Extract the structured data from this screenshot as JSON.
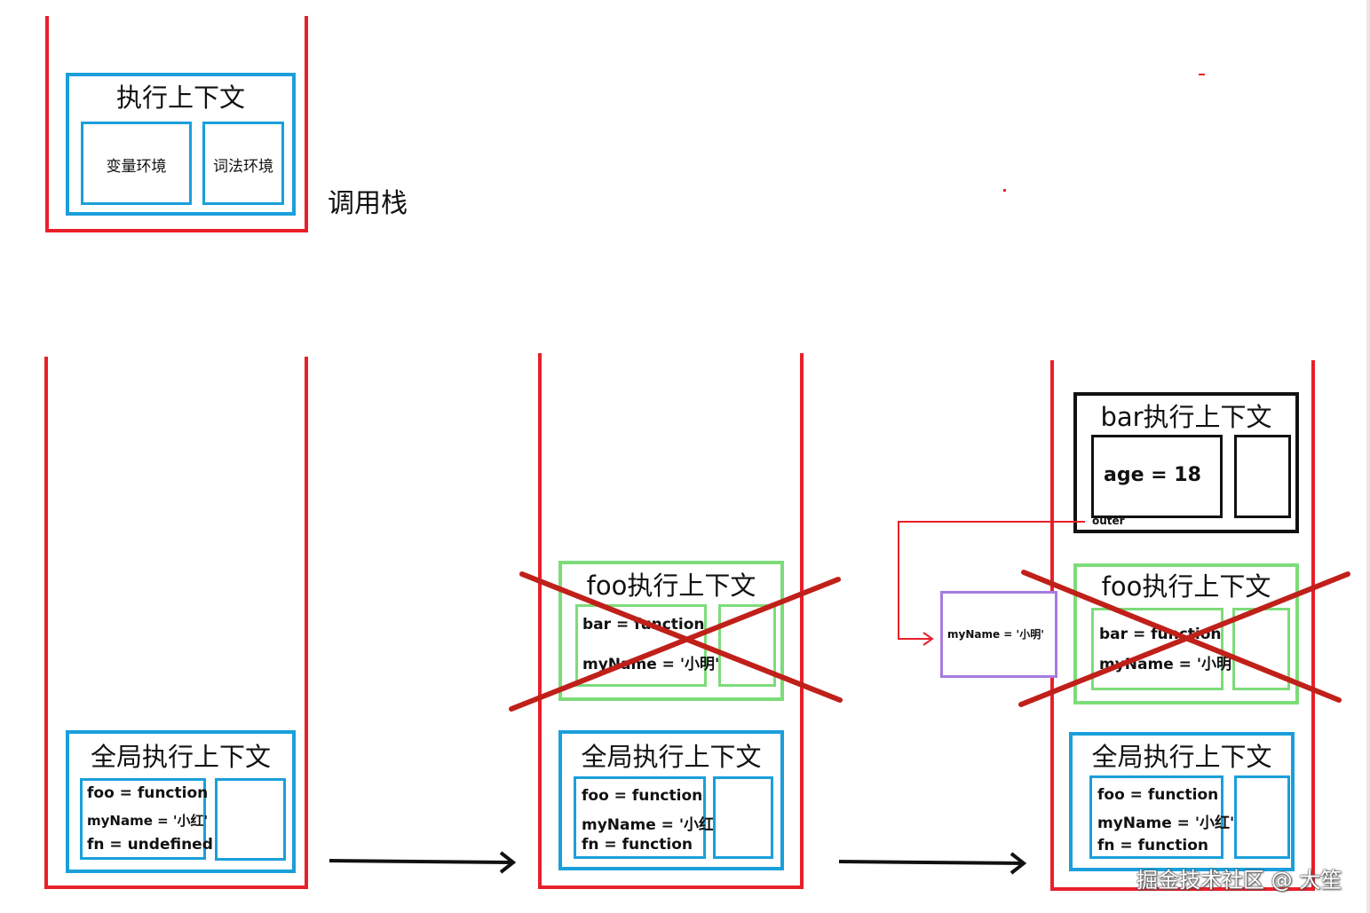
{
  "legend": {
    "context_title": "执行上下文",
    "variable_env": "变量环境",
    "lexical_env": "词法环境",
    "stack_label": "调用栈"
  },
  "stack1": {
    "global": {
      "title": "全局执行上下文",
      "vars": [
        "foo = function",
        "myName = '小红'",
        "fn = undefined"
      ]
    }
  },
  "stack2": {
    "foo": {
      "title": "foo执行上下文",
      "vars": [
        "bar = function",
        "myName = '小明'"
      ]
    },
    "global": {
      "title": "全局执行上下文",
      "vars": [
        "foo = function",
        "myName = '小红'",
        "fn = function"
      ]
    }
  },
  "stack3": {
    "bar": {
      "title": "bar执行上下文",
      "vars": [
        "age = 18"
      ],
      "outer_label": "outer"
    },
    "foo": {
      "title": "foo执行上下文",
      "vars": [
        "bar = function",
        "myName = '小明'"
      ]
    },
    "global": {
      "title": "全局执行上下文",
      "vars": [
        "foo = function",
        "myName = '小红'",
        "fn = function"
      ]
    },
    "closure": {
      "text": "myName = '小明'"
    }
  },
  "watermark": "掘金技术社区 @ 大笙",
  "colors": {
    "stack_border": "#e8202a",
    "context_blue": "#1a9fdb",
    "context_green": "#7ddc7a",
    "cross": "#c0201a",
    "closure_border": "#a77be0",
    "outer_link": "#e8202a"
  }
}
